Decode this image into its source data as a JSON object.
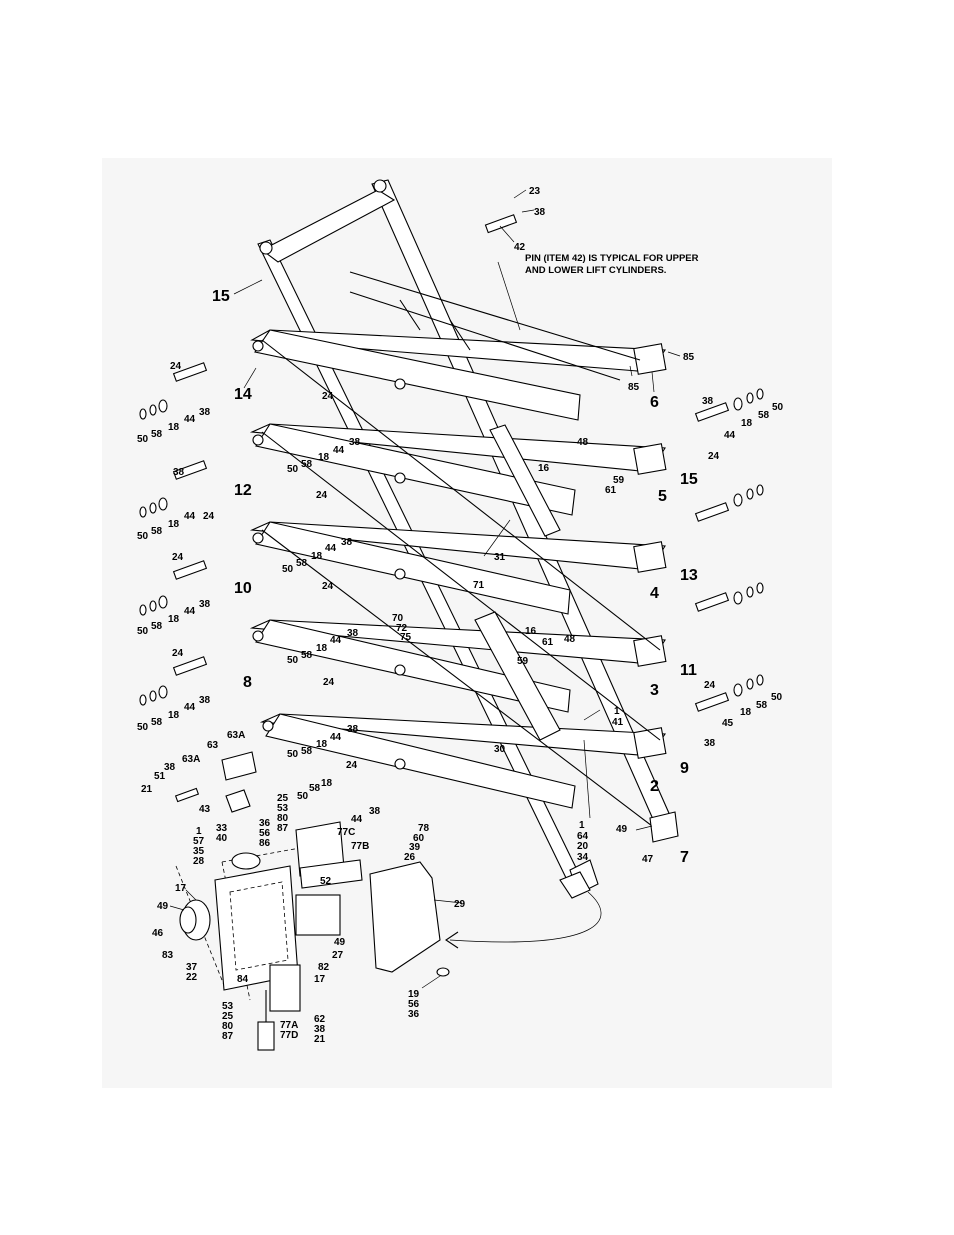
{
  "note_lines": [
    "PIN (ITEM 42) IS TYPICAL FOR UPPER",
    "AND LOWER LIFT CYLINDERS."
  ],
  "big_labels": [
    "15",
    "14",
    "6",
    "12",
    "15",
    "5",
    "10",
    "13",
    "4",
    "8",
    "11",
    "3",
    "9",
    "2",
    "7"
  ],
  "small_labels": [
    "23",
    "38",
    "42",
    "85",
    "85",
    "24",
    "38",
    "44",
    "18",
    "58",
    "50",
    "24",
    "38",
    "44",
    "18",
    "58",
    "50",
    "38",
    "24",
    "44",
    "18",
    "58",
    "50",
    "24",
    "38",
    "44",
    "18",
    "58",
    "50",
    "24",
    "38",
    "44",
    "18",
    "58",
    "50",
    "24",
    "38",
    "44",
    "18",
    "58",
    "50",
    "24",
    "38",
    "44",
    "18",
    "58",
    "50",
    "24",
    "38",
    "44",
    "18",
    "58",
    "50",
    "24",
    "38",
    "45",
    "18",
    "58",
    "50",
    "38",
    "24",
    "44",
    "18",
    "58",
    "50",
    "48",
    "16",
    "59",
    "61",
    "31",
    "71",
    "16",
    "61",
    "48",
    "59",
    "70",
    "72",
    "75",
    "1",
    "41",
    "30",
    "1",
    "64",
    "20",
    "34",
    "49",
    "47",
    "63A",
    "63",
    "63A",
    "38",
    "51",
    "21",
    "43",
    "33",
    "40",
    "24",
    "38",
    "44",
    "58",
    "50",
    "18",
    "25",
    "53",
    "80",
    "87",
    "36",
    "56",
    "86",
    "77C",
    "77B",
    "78",
    "60",
    "39",
    "26",
    "1",
    "57",
    "35",
    "28",
    "17",
    "49",
    "46",
    "83",
    "37",
    "22",
    "84",
    "52",
    "29",
    "49",
    "27",
    "82",
    "17",
    "19",
    "56",
    "36",
    "53",
    "25",
    "80",
    "87",
    "77A",
    "77D",
    "62",
    "38",
    "21"
  ]
}
